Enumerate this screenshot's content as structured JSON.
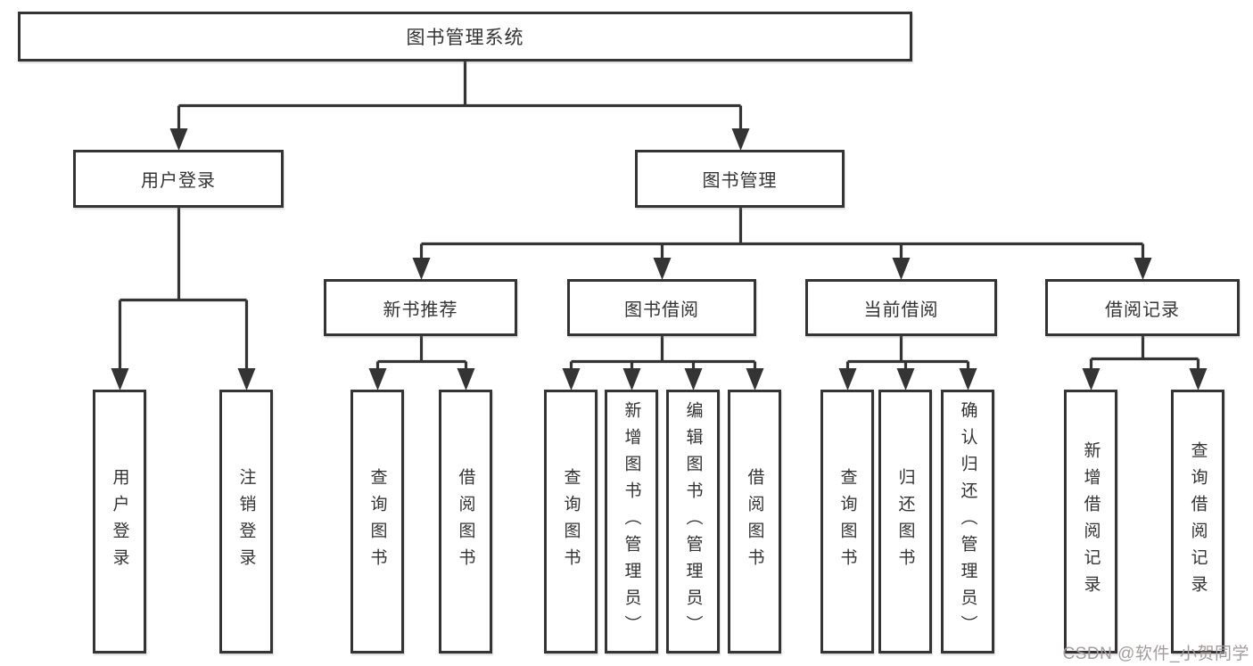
{
  "diagram": {
    "type": "tree",
    "title": "图书管理系统",
    "tree": {
      "label": "图书管理系统",
      "children": [
        {
          "label": "用户登录",
          "children": [
            {
              "label": "用户登录"
            },
            {
              "label": "注销登录"
            }
          ]
        },
        {
          "label": "图书管理",
          "children": [
            {
              "label": "新书推荐",
              "children": [
                {
                  "label": "查询图书"
                },
                {
                  "label": "借阅图书"
                }
              ]
            },
            {
              "label": "图书借阅",
              "children": [
                {
                  "label": "查询图书"
                },
                {
                  "label": "新增图书（管理员）"
                },
                {
                  "label": "编辑图书（管理员）"
                },
                {
                  "label": "借阅图书"
                }
              ]
            },
            {
              "label": "当前借阅",
              "children": [
                {
                  "label": "查询图书"
                },
                {
                  "label": "归还图书"
                },
                {
                  "label": "确认归还（管理员）"
                }
              ]
            },
            {
              "label": "借阅记录",
              "children": [
                {
                  "label": "新增借阅记录"
                },
                {
                  "label": "查询借阅记录"
                }
              ]
            }
          ]
        }
      ]
    },
    "watermark": "CSDN @软件_小贺同学",
    "colors": {
      "line": "#343434",
      "box_border": "#343434",
      "text": "#333333",
      "watermark": "#a49c9c",
      "background": "#ffffff"
    }
  }
}
